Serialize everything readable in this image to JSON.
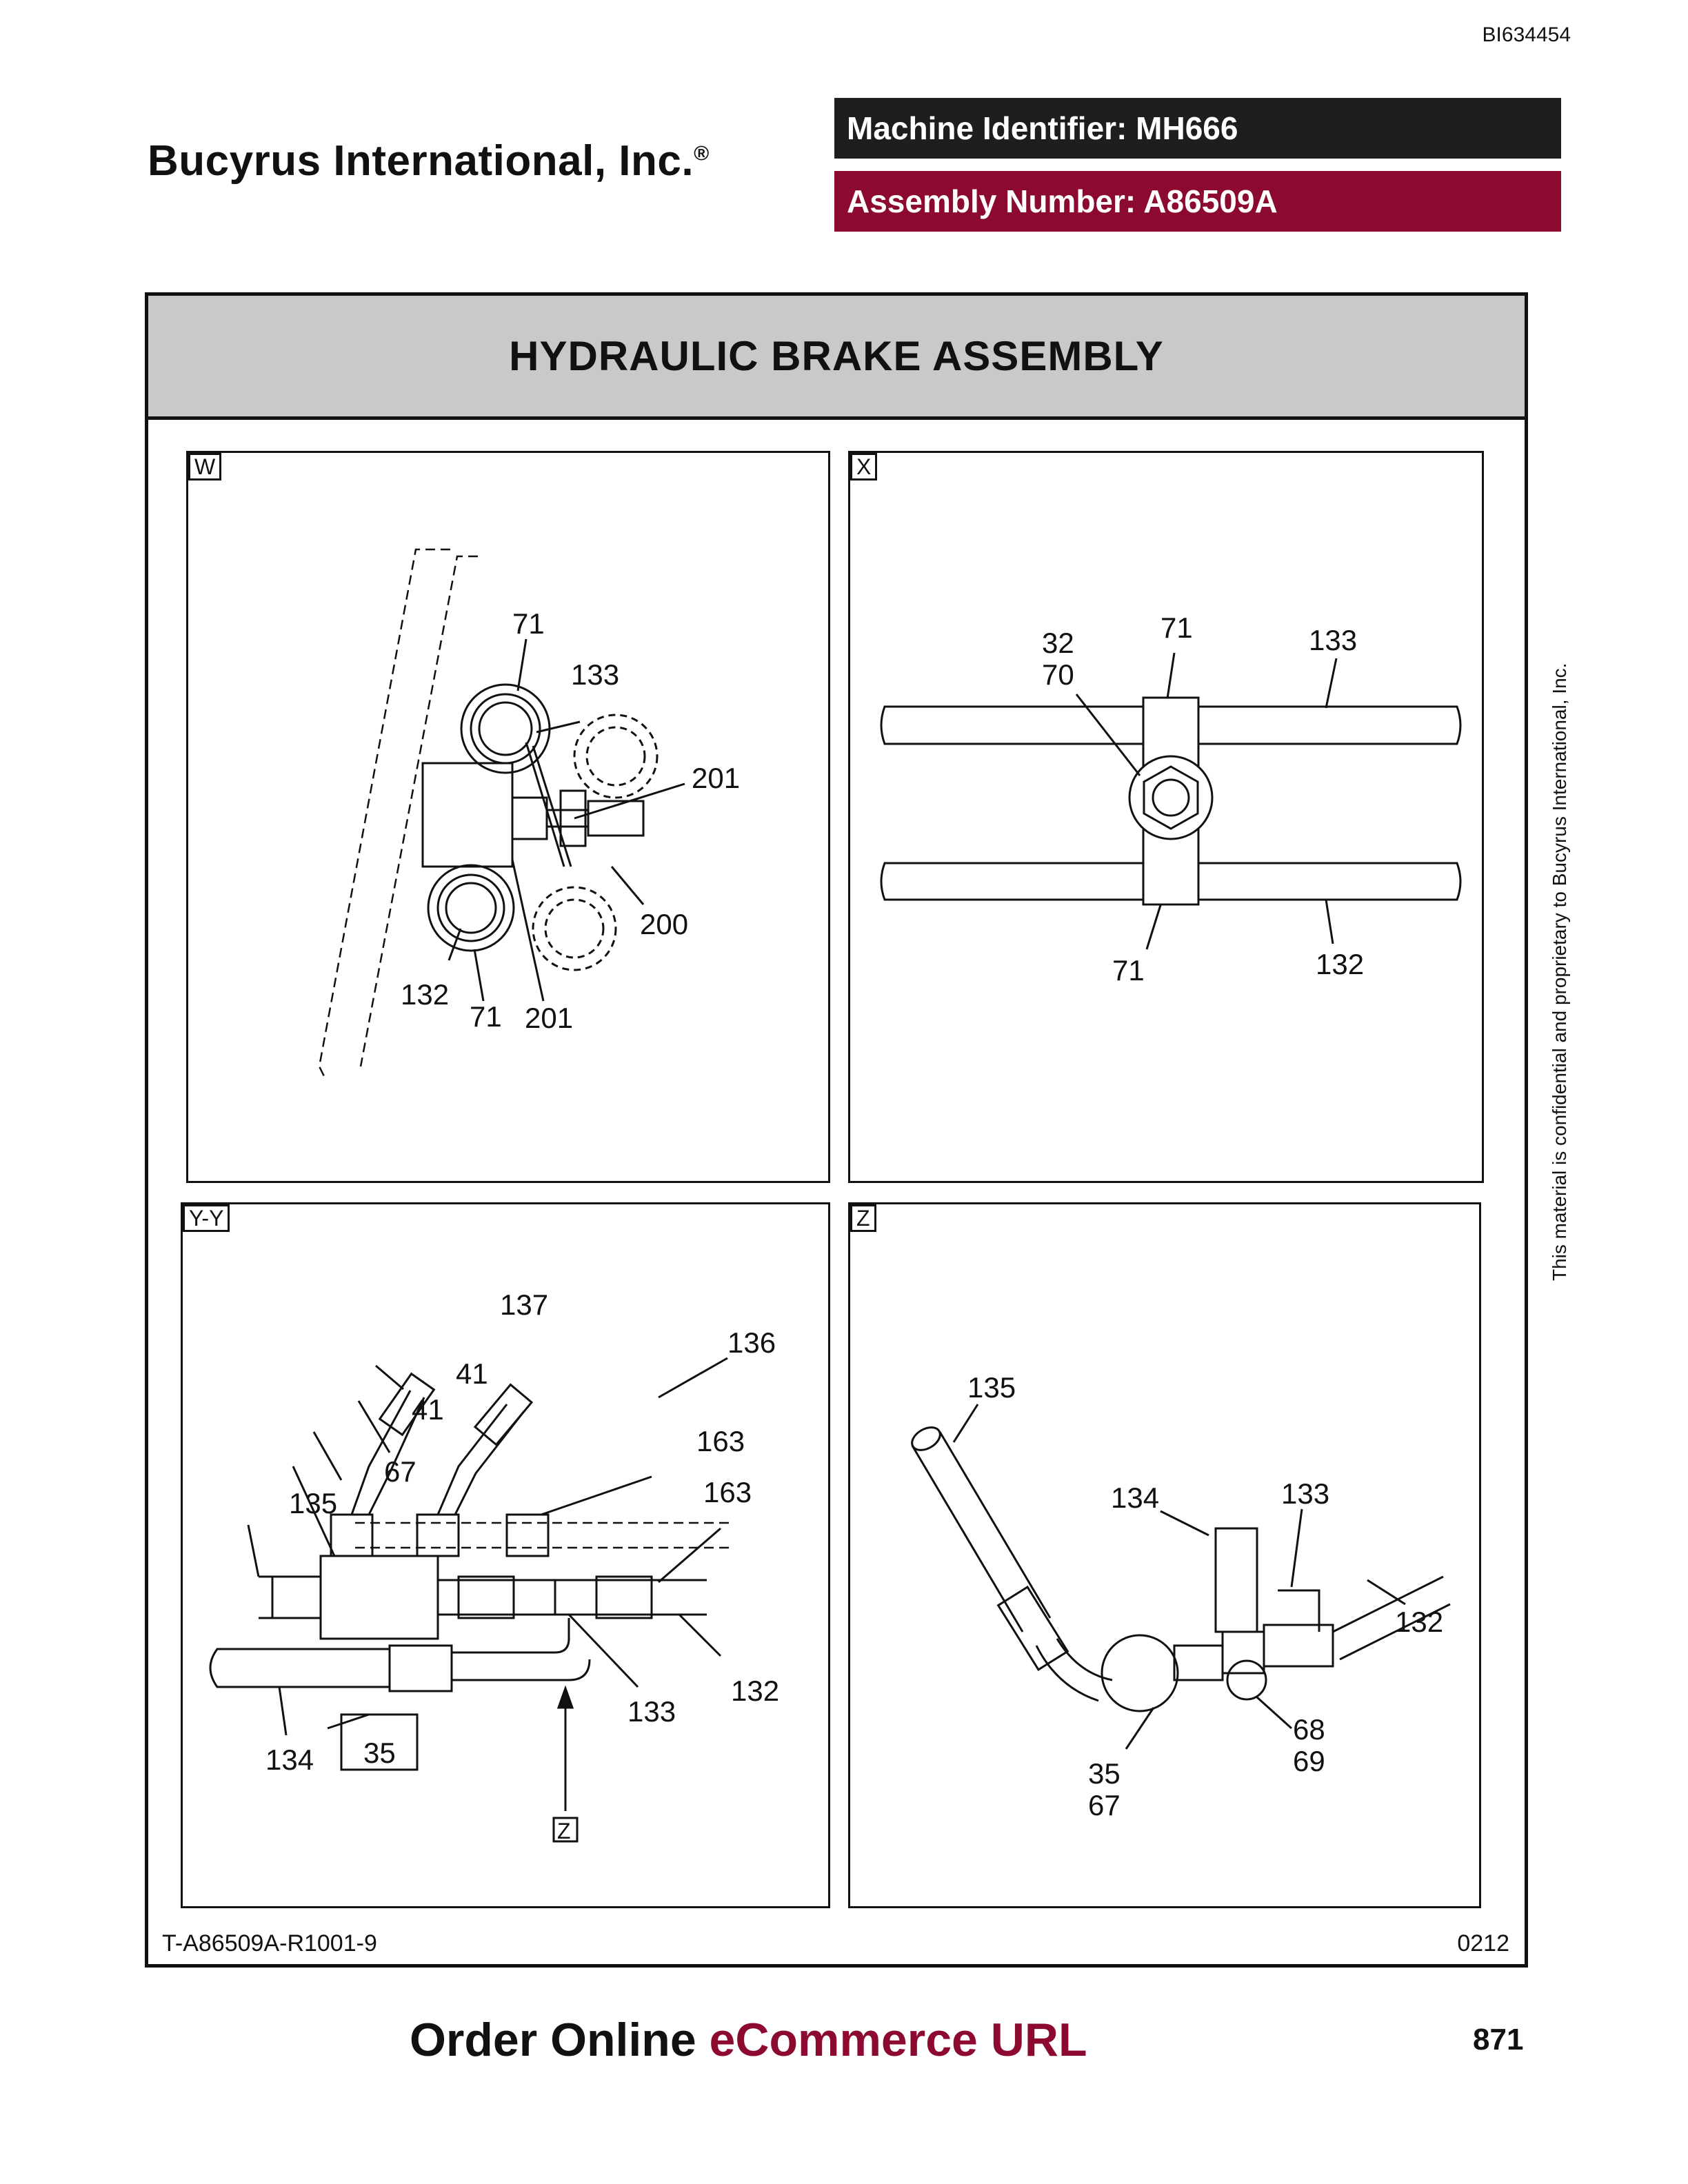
{
  "header": {
    "doc_id": "BI634454",
    "company": "Bucyrus International, Inc.",
    "registered": "®",
    "machine_identifier": "Machine Identifier: MH666",
    "assembly_number": "Assembly Number: A86509A"
  },
  "figure": {
    "title": "HYDRAULIC BRAKE ASSEMBLY",
    "code": "T-A86509A-R1001-9",
    "date": "0212",
    "views": {
      "w": {
        "tag": "W",
        "callouts": [
          "71",
          "133",
          "201",
          "200",
          "132",
          "71",
          "201"
        ]
      },
      "x": {
        "tag": "X",
        "callouts": [
          "32",
          "70",
          "71",
          "133",
          "71",
          "132"
        ]
      },
      "yy": {
        "tag": "Y-Y",
        "callouts": [
          "137",
          "136",
          "41",
          "41",
          "163",
          "67",
          "163",
          "135",
          "133",
          "132",
          "134",
          "35"
        ],
        "view_marker": "Z"
      },
      "z": {
        "tag": "Z",
        "callouts": [
          "135",
          "134",
          "133",
          "132",
          "68",
          "69",
          "35",
          "67"
        ]
      }
    }
  },
  "side_note": "This material is confidential and proprietary to Bucyrus International, Inc.",
  "footer": {
    "order_prefix": "Order Online",
    "order_link": "eCommerce URL",
    "page_number": "871"
  }
}
